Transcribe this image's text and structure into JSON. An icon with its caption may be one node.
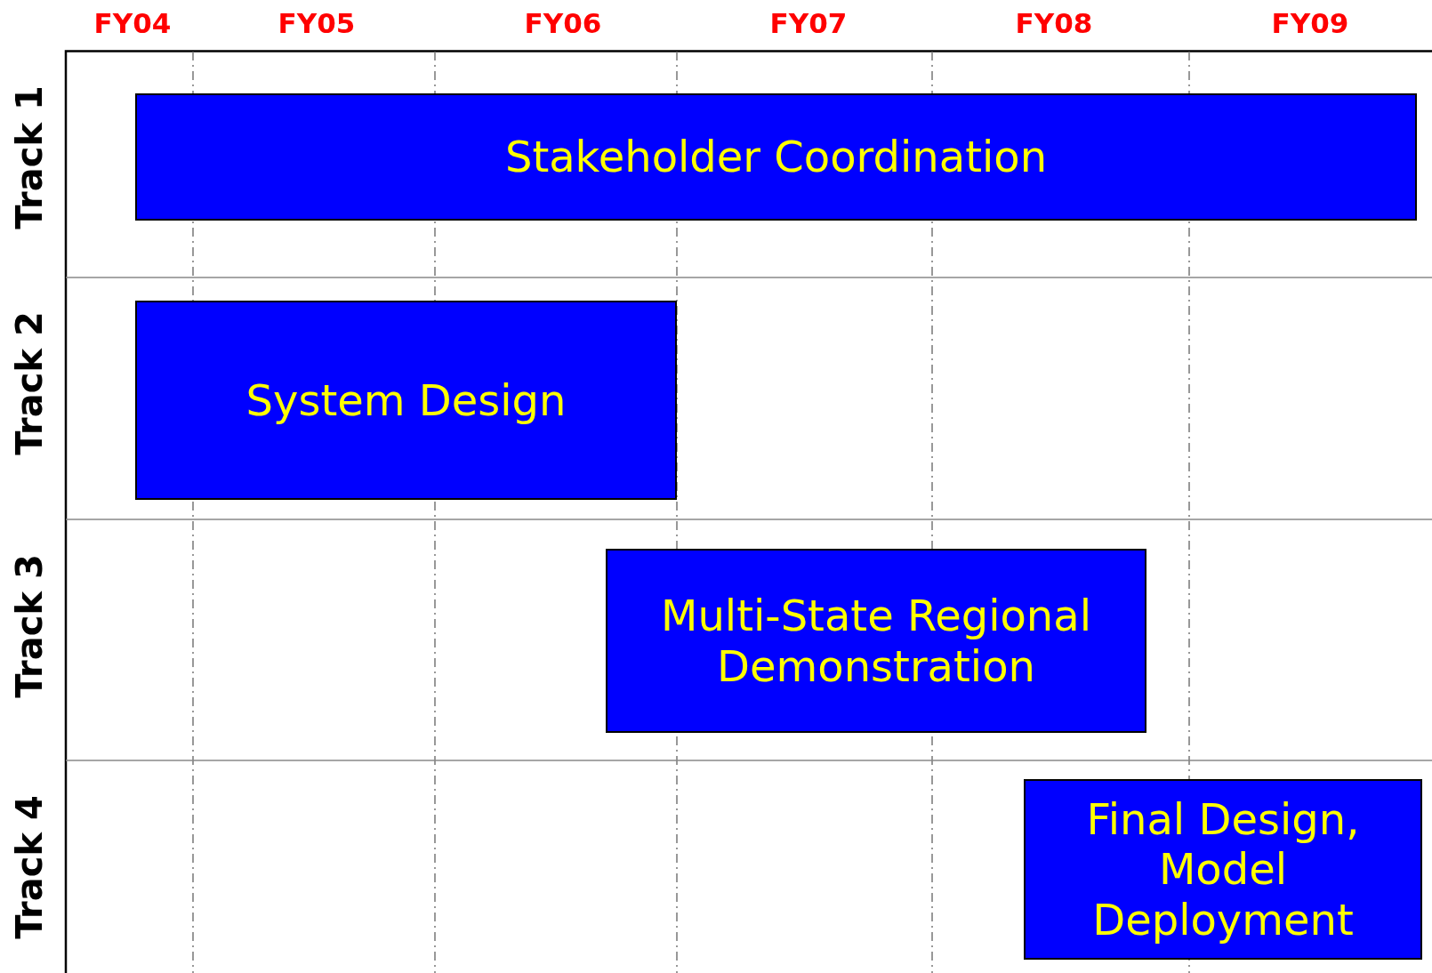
{
  "diagram": {
    "nodes": [
      {
        "text": [
          "Stakeholder Coordination"
        ]
      },
      {
        "text": [
          "System Design"
        ]
      },
      {
        "text": [
          "Multi-State Regional Demonstration"
        ]
      },
      {
        "text": [
          "Final Design, Model Deployment"
        ]
      }
    ],
    "labels": [
      "FY04",
      "FY05",
      "FY06",
      "FY07",
      "FY08",
      "FY09",
      "Track 1",
      "Track 2",
      "Track 3",
      "Track 4"
    ]
  }
}
